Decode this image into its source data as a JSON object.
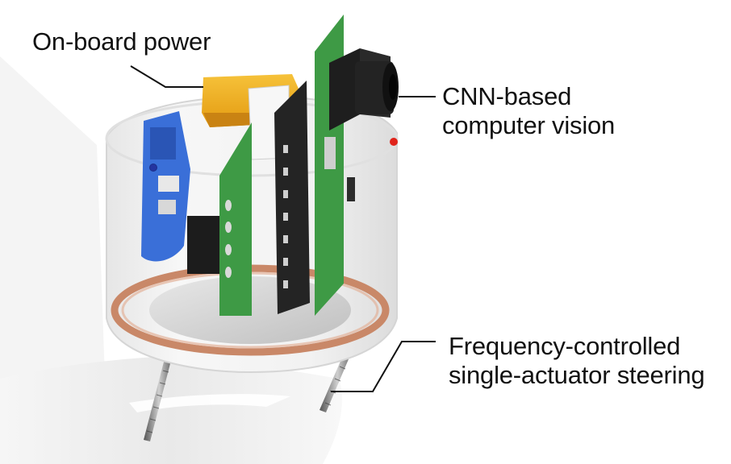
{
  "labels": {
    "power": {
      "line1": "On-board power"
    },
    "vision": {
      "line1": "CNN-based",
      "line2": "computer vision"
    },
    "steering": {
      "line1": "Frequency-controlled",
      "line2": "single-actuator steering"
    }
  },
  "colors": {
    "pcb_green": "#3e9a45",
    "battery_yellow": "#f2b31c",
    "blue_board": "#3a6fd8",
    "coil_copper": "#c98868",
    "camera_black": "#1e1e1e",
    "led_red": "#e0241b"
  },
  "icons": {
    "camera": "camera-lens",
    "battery": "battery-pack",
    "legs": "threaded-rod-legs"
  }
}
